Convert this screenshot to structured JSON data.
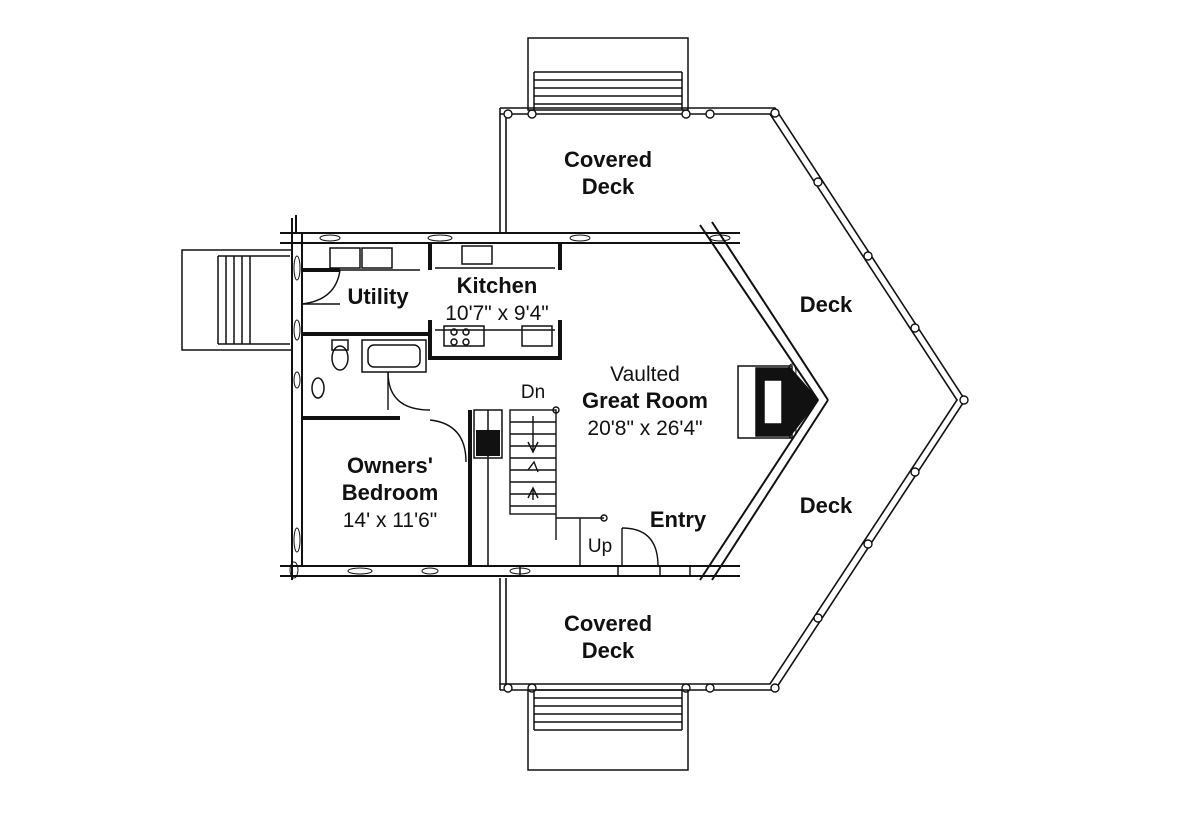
{
  "rooms": {
    "covered_deck_top": {
      "line1": "Covered",
      "line2": "Deck"
    },
    "deck_upper": {
      "label": "Deck"
    },
    "kitchen": {
      "name": "Kitchen",
      "size": "10'7\" x 9'4\""
    },
    "utility": {
      "name": "Utility"
    },
    "great_room": {
      "line1": "Vaulted",
      "line2": "Great Room",
      "size": "20'8\" x 26'4\""
    },
    "deck_lower": {
      "label": "Deck"
    },
    "owners_bedroom": {
      "line1": "Owners'",
      "line2": "Bedroom",
      "size": "14' x 11'6\""
    },
    "entry": {
      "name": "Entry"
    },
    "covered_deck_bottom": {
      "line1": "Covered",
      "line2": "Deck"
    }
  },
  "stairs": {
    "down": "Dn",
    "up": "Up"
  },
  "colors": {
    "line": "#111111",
    "background": "#ffffff"
  }
}
